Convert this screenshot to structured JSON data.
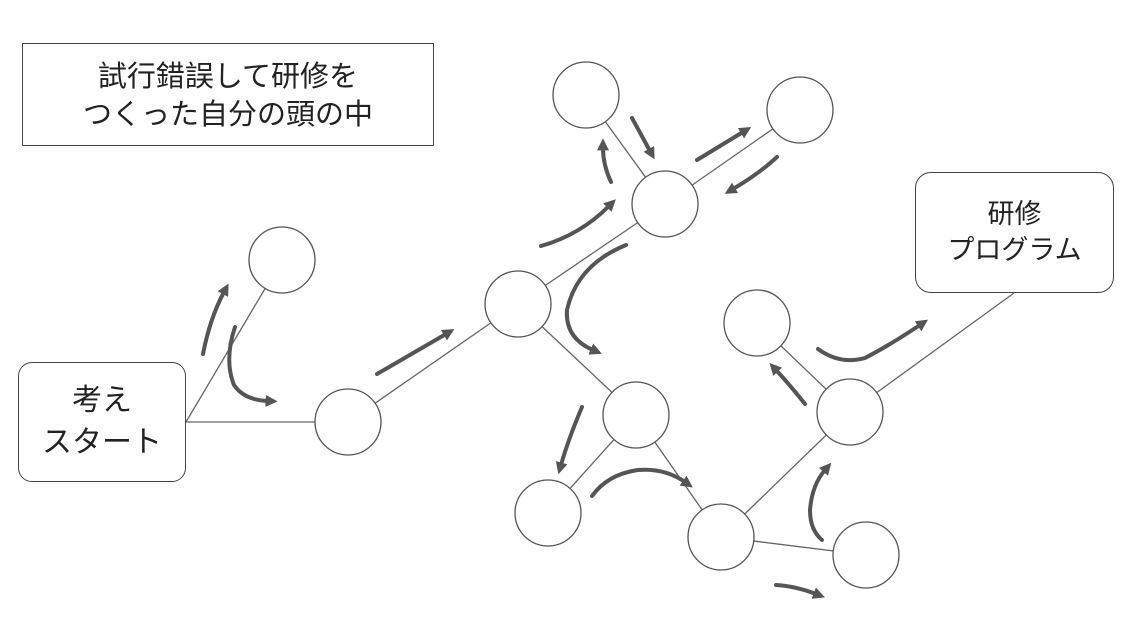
{
  "title_box": {
    "lines": [
      "試行錯誤して研修を",
      "つくった自分の頭の中"
    ]
  },
  "start_box": {
    "lines": [
      "考え",
      "スタート"
    ]
  },
  "goal_box": {
    "lines": [
      "研修",
      "プログラム"
    ]
  },
  "colors": {
    "node_stroke": "#555555",
    "edge": "#666666",
    "arrow": "#555555",
    "text": "#222222"
  },
  "nodes": [
    "node-a",
    "node-b",
    "node-c",
    "node-d",
    "node-e",
    "node-f",
    "node-g",
    "node-h",
    "node-i",
    "node-j",
    "node-k",
    "node-l",
    "node-m"
  ]
}
